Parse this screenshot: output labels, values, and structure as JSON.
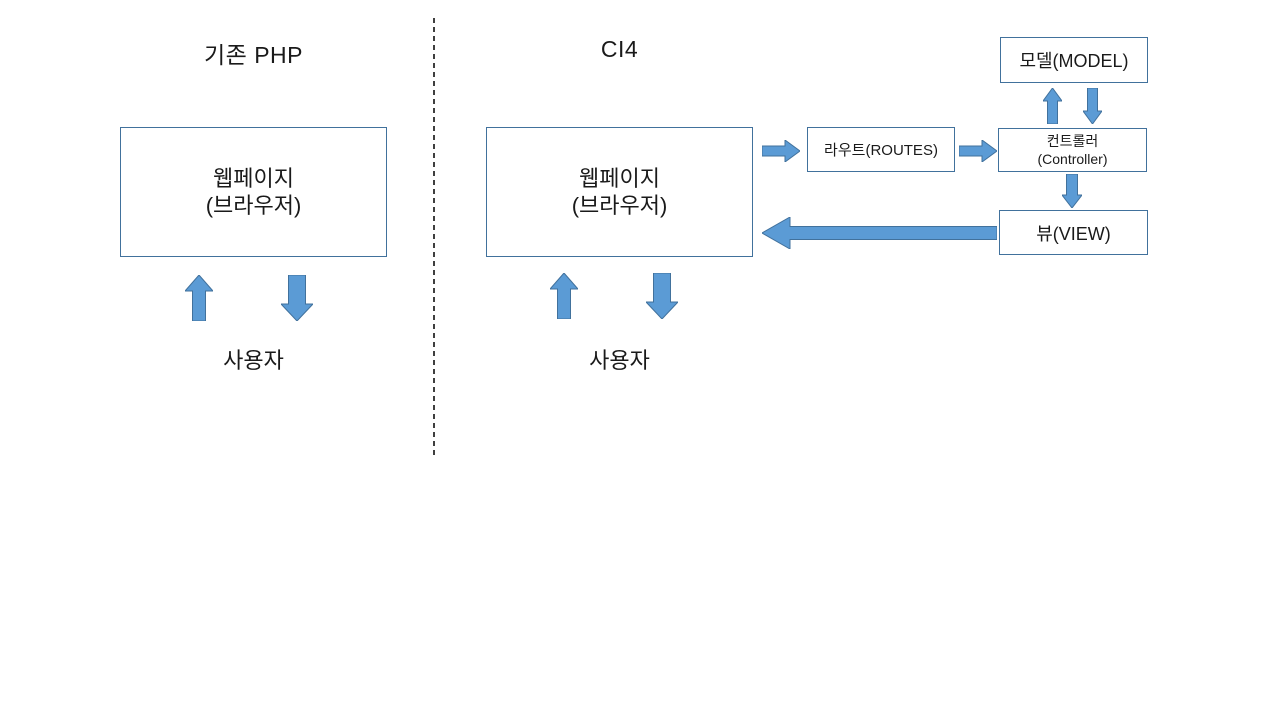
{
  "left": {
    "title": "기존 PHP",
    "box_line1": "웹페이지",
    "box_line2": "(브라우저)",
    "user": "사용자"
  },
  "right": {
    "title": "CI4",
    "box_line1": "웹페이지",
    "box_line2": "(브라우저)",
    "user": "사용자",
    "routes": "라우트(ROUTES)",
    "model": "모델(MODEL)",
    "controller_line1": "컨트롤러",
    "controller_line2": "(Controller)",
    "view": "뷰(VIEW)"
  },
  "colors": {
    "arrow_fill": "#5b9bd5",
    "arrow_border": "#41719c",
    "box_border": "#41719c",
    "divider": "#3f3f3f",
    "text": "#1a1a1a",
    "background": "#ffffff"
  }
}
